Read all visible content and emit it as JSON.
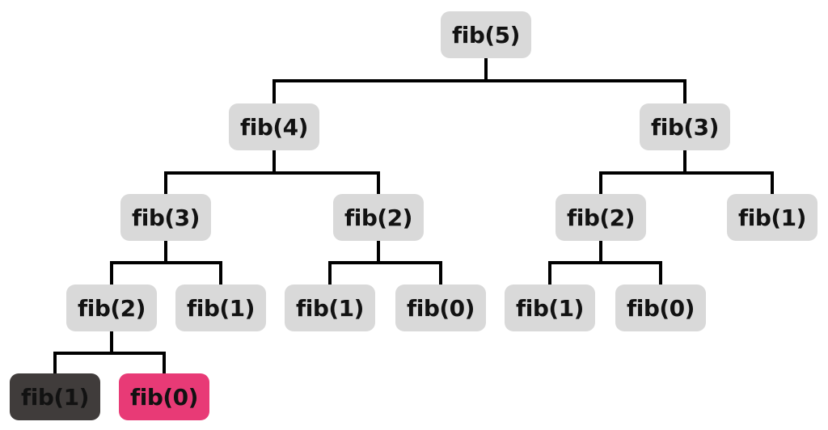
{
  "colors": {
    "node_default_bg": "#d9d9d9",
    "node_dark_bg": "#403c3b",
    "node_pink_bg": "#e83a76",
    "line": "#000000",
    "text": "#121212"
  },
  "nodes": [
    {
      "label": "fib(5)",
      "variant": "default",
      "level": 1
    },
    {
      "label": "fib(4)",
      "variant": "default",
      "level": 2
    },
    {
      "label": "fib(3)",
      "variant": "default",
      "level": 2
    },
    {
      "label": "fib(3)",
      "variant": "default",
      "level": 3
    },
    {
      "label": "fib(2)",
      "variant": "default",
      "level": 3
    },
    {
      "label": "fib(2)",
      "variant": "default",
      "level": 3
    },
    {
      "label": "fib(1)",
      "variant": "default",
      "level": 3
    },
    {
      "label": "fib(2)",
      "variant": "default",
      "level": 4
    },
    {
      "label": "fib(1)",
      "variant": "default",
      "level": 4
    },
    {
      "label": "fib(1)",
      "variant": "default",
      "level": 4
    },
    {
      "label": "fib(0)",
      "variant": "default",
      "level": 4
    },
    {
      "label": "fib(1)",
      "variant": "default",
      "level": 4
    },
    {
      "label": "fib(0)",
      "variant": "default",
      "level": 4
    },
    {
      "label": "fib(1)",
      "variant": "dark",
      "level": 5
    },
    {
      "label": "fib(0)",
      "variant": "pink",
      "level": 5
    }
  ],
  "edges": [
    {
      "from": 0,
      "to": 1
    },
    {
      "from": 0,
      "to": 2
    },
    {
      "from": 1,
      "to": 3
    },
    {
      "from": 1,
      "to": 4
    },
    {
      "from": 2,
      "to": 5
    },
    {
      "from": 2,
      "to": 6
    },
    {
      "from": 3,
      "to": 7
    },
    {
      "from": 3,
      "to": 8
    },
    {
      "from": 4,
      "to": 9
    },
    {
      "from": 4,
      "to": 10
    },
    {
      "from": 5,
      "to": 11
    },
    {
      "from": 5,
      "to": 12
    },
    {
      "from": 7,
      "to": 13
    },
    {
      "from": 7,
      "to": 14
    }
  ]
}
